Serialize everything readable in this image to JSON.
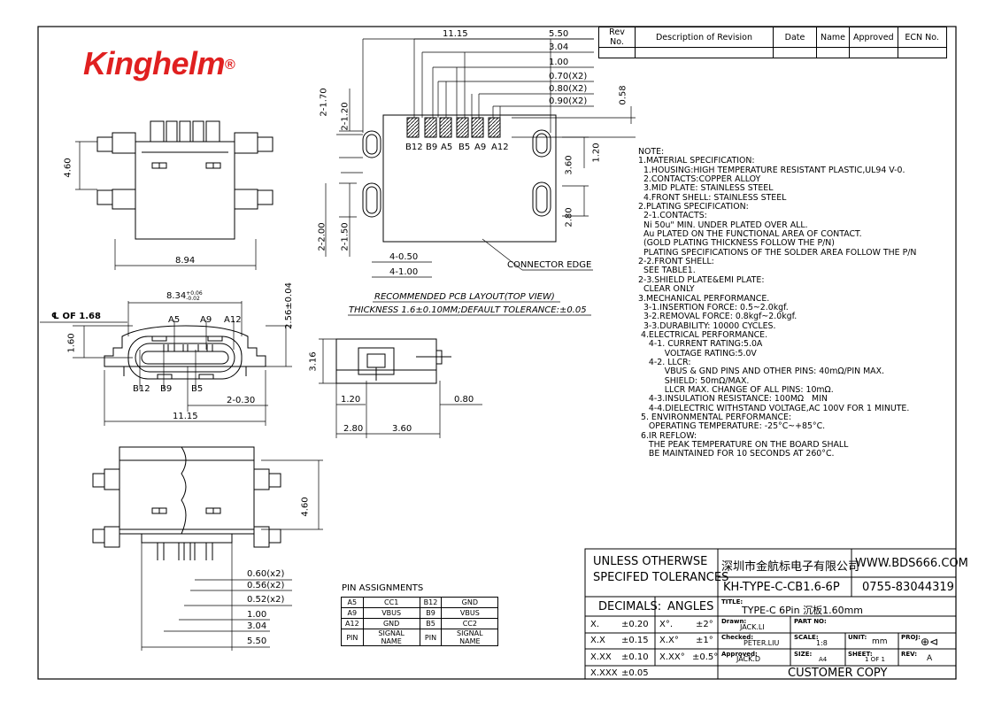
{
  "brand": {
    "name": "Kinghelm",
    "reg": "®",
    "color": "#e02020"
  },
  "revision_table": {
    "headers": [
      "Rev No.",
      "Description of Revision",
      "Date",
      "Name",
      "Approved",
      "ECN No."
    ]
  },
  "top_dims": {
    "d1": "11.15",
    "d2": "5.50",
    "d3": "3.04",
    "d4": "1.00",
    "d5": "0.70(X2)",
    "d6": "0.80(X2)",
    "d7": "0.90(X2)",
    "d8": "0.58",
    "v1": "2-1.70",
    "v2": "2-1.20",
    "v3": "1.20",
    "v4": "3.60",
    "v5": "2.80",
    "v6": "2-2.00",
    "v7": "2-1.50",
    "h1": "4-0.50",
    "h2": "4-1.00",
    "connector_edge": "CONNECTOR EDGE",
    "pins": [
      "B12",
      "B9",
      "A5",
      "B5",
      "A9",
      "A12"
    ]
  },
  "pcb_caption": {
    "line1": "RECOMMENDED PCB LAYOUT(TOP VIEW)",
    "line2": "THICKNESS 1.6±0.10MM;DEFAULT TOLERANCE:±0.05"
  },
  "view_top": {
    "h": "4.60",
    "w": "8.94"
  },
  "view_front": {
    "w1": "8.34",
    "w1_tol_top": "+0.06",
    "w1_tol_bot": "-0.02",
    "center_label": "℄ OF 1.68",
    "h1": "1.60",
    "h2": "2.56±0.04",
    "top_pins": [
      "A5",
      "A9",
      "A12"
    ],
    "bot_pins": [
      "B12",
      "B9",
      "B5"
    ],
    "d_small": "2-0.30",
    "w2": "11.15"
  },
  "view_side": {
    "h": "3.16",
    "d1": "1.20",
    "d2": "0.80",
    "d3": "2.80",
    "d4": "3.60"
  },
  "view_bottom": {
    "h": "4.60",
    "dims": [
      "0.60(x2)",
      "0.56(x2)",
      "0.52(x2)",
      "1.00",
      "3.04",
      "5.50"
    ]
  },
  "pin_assignments": {
    "title": "PIN ASSIGNMENTS",
    "rows": [
      [
        "A5",
        "CC1",
        "B12",
        "GND"
      ],
      [
        "A9",
        "VBUS",
        "B9",
        "VBUS"
      ],
      [
        "A12",
        "GND",
        "B5",
        "CC2"
      ],
      [
        "PIN",
        "SIGNAL NAME",
        "PIN",
        "SIGNAL NAME"
      ]
    ]
  },
  "notes": [
    "NOTE:",
    "1.MATERIAL SPECIFICATION:",
    "  1.HOUSING:HIGH TEMPERATURE RESISTANT PLASTIC,UL94 V-0.",
    "  2.CONTACTS:COPPER ALLOY",
    "  3.MID PLATE: STAINLESS STEEL",
    "  4.FRONT SHELL: STAINLESS STEEL",
    "2.PLATING SPECIFICATION:",
    "  2-1.CONTACTS:",
    "  Ni 50u\" MIN. UNDER PLATED OVER ALL.",
    "  Au PLATED ON THE FUNCTIONAL AREA OF CONTACT.",
    "  (GOLD PLATING THICKNESS FOLLOW THE P/N)",
    "  PLATING SPECIFICATIONS OF THE SOLDER AREA FOLLOW THE P/N",
    "2-2.FRONT SHELL:",
    "  SEE TABLE1.",
    "2-3.SHIELD PLATE&EMI PLATE:",
    "  CLEAR ONLY",
    "3.MECHANICAL PERFORMANCE.",
    "  3-1.INSERTION FORCE: 0.5~2.0kgf.",
    "  3-2.REMOVAL FORCE: 0.8kgf~2.0kgf.",
    "  3-3.DURABILITY: 10000 CYCLES.",
    " 4.ELECTRICAL PERFORMANCE.",
    "    4-1. CURRENT RATING:5.0A",
    "          VOLTAGE RATING:5.0V",
    "    4-2. LLCR:",
    "          VBUS & GND PINS AND OTHER PINS: 40mΩ/PIN MAX.",
    "          SHIELD: 50mΩ/MAX.",
    "          LLCR MAX. CHANGE OF ALL PINS: 10mΩ.",
    "    4-3.INSULATION RESISTANCE: 100MΩ   MIN",
    "    4-4.DIELECTRIC WITHSTAND VOLTAGE,AC 100V FOR 1 MINUTE.",
    " 5. ENVIRONMENTAL PERFORMANCE:",
    "    OPERATING TEMPERATURE: -25°C~+85°C.",
    " 6.IR REFLOW:",
    "    THE PEAK TEMPERATURE ON THE BOARD SHALL",
    "    BE MAINTAINED FOR 10 SECONDS AT 260°C."
  ],
  "title_block": {
    "unless": "UNLESS  OTHERWSE",
    "specifed": "SPECIFED  TOLERANCES",
    "company": "深圳市金航标电子有限公司",
    "website": "WWW.BDS666.COM",
    "part": "KH-TYPE-C-CB1.6-6P",
    "phone": "0755-83044319",
    "decimals": "DECIMALS:",
    "angles": "ANGLES",
    "title_lbl": "TITLE:",
    "title_val": "TYPE-C 6Pin 沉板1.60mm",
    "tol_rows": [
      [
        "X.",
        "±0.20",
        "X°.",
        "±2°"
      ],
      [
        "X.X",
        "±0.15",
        "X.X°",
        "±1°"
      ],
      [
        "X.XX",
        "±0.10",
        "X.XX°",
        "±0.5°"
      ],
      [
        "X.XXX",
        "±0.05",
        "",
        ""
      ]
    ],
    "drawn_lbl": "Drawn:",
    "drawn": "JACK.LI",
    "partno_lbl": "PART NO:",
    "checked_lbl": "Checked:",
    "checked": "PETER.LIU",
    "scale_lbl": "SCALE:",
    "scale": "1:8",
    "unit_lbl": "UNIT:",
    "unit": "mm",
    "proj_lbl": "PROJ:",
    "approved_lbl": "Approved:",
    "approved": "JACK.D",
    "size_lbl": "SIZE:",
    "size": "A4",
    "sheet_lbl": "SHEET:",
    "sheet": "1 OF 1",
    "rev_lbl": "REV:",
    "rev": "A",
    "copy": "CUSTOMER  COPY"
  }
}
